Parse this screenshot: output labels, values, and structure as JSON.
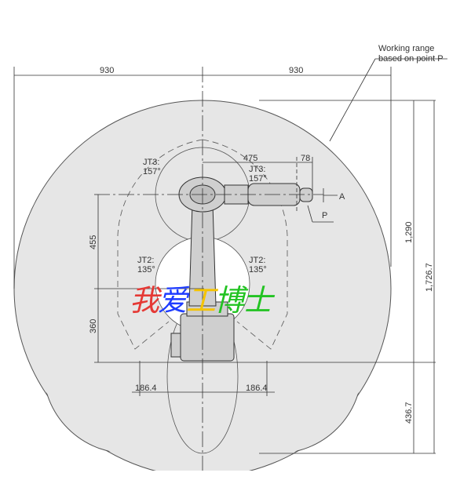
{
  "callout": {
    "line1": "Working range",
    "line2": "based on point P"
  },
  "dims": {
    "left_reach": "930",
    "right_reach": "930",
    "arm2_length": "475",
    "tip_offset": "78",
    "upper_height": "455",
    "lower_height": "360",
    "total_height_upper": "1,290",
    "total_height": "1,726.7",
    "rear_height": "436.7",
    "base_left": "186.4",
    "base_right": "186.4"
  },
  "joints": {
    "jt3_left": "JT3:",
    "jt3_left_angle": "157°",
    "jt3_right": "JT3:",
    "jt3_right_angle": "157°",
    "jt2_left": "JT2:",
    "jt2_left_angle": "135°",
    "jt2_right": "JT2:",
    "jt2_right_angle": "135°"
  },
  "labels": {
    "point_a": "A",
    "point_p": "P"
  },
  "watermark": {
    "chars": [
      "我",
      "爱",
      "工",
      "博",
      "士"
    ],
    "colors": [
      "#e53935",
      "#1e3cff",
      "#f5c400",
      "#22c322",
      "#22c322"
    ]
  },
  "colors": {
    "range_fill": "#e6e6e6",
    "line": "#444444"
  }
}
